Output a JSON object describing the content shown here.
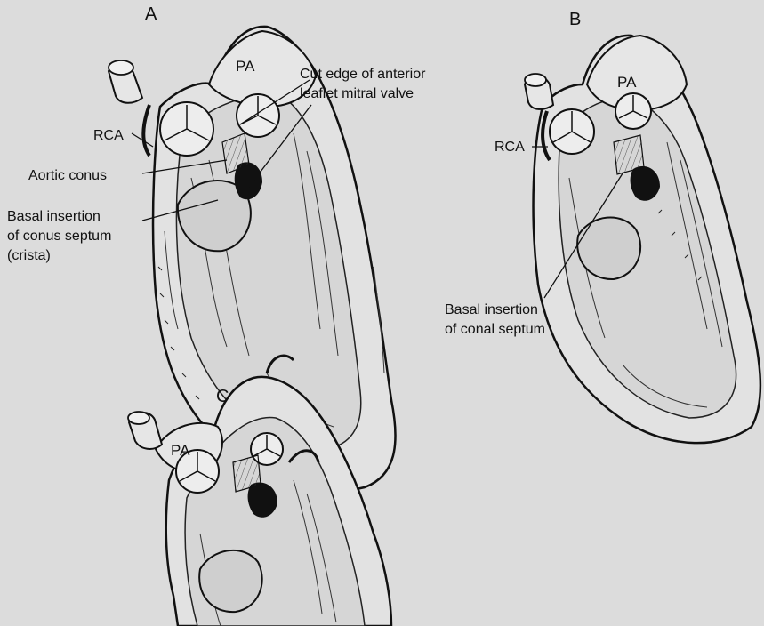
{
  "panels": {
    "A": {
      "letter": "A",
      "pa": "PA",
      "rca": "RCA",
      "cut_edge_line1": "Cut edge of anterior",
      "cut_edge_line2": "leaflet mitral valve",
      "aortic_conus": "Aortic conus",
      "basal_line1": "Basal insertion",
      "basal_line2": "of conus septum",
      "basal_line3": "(crista)"
    },
    "B": {
      "letter": "B",
      "pa": "PA",
      "rca": "RCA",
      "basal_line1": "Basal insertion",
      "basal_line2": "of conal septum"
    },
    "C": {
      "letter": "C",
      "pa": "PA"
    }
  },
  "colors": {
    "ink": "#111111",
    "paper": "#dcdcdc",
    "background_text": "#c6c6c6"
  }
}
